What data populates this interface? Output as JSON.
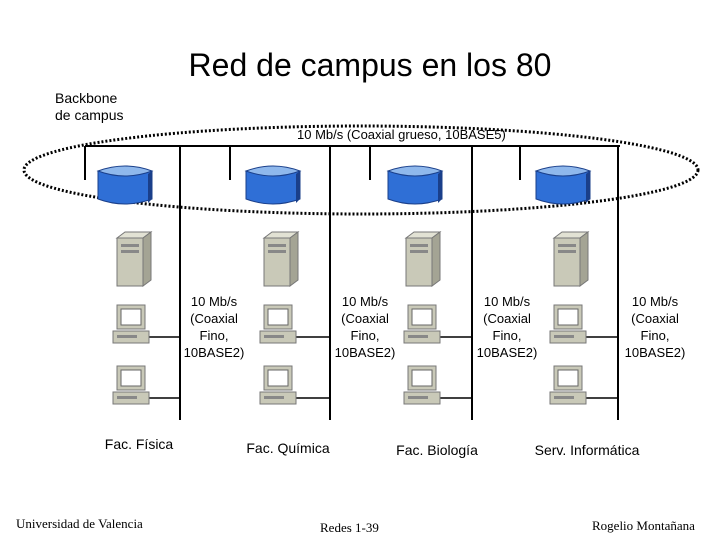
{
  "title": "Red de campus en los 80",
  "backbone_label": [
    "Backbone",
    "de campus"
  ],
  "backbone_speed": "10 Mb/s (Coaxial grueso, 10BASE5)",
  "segments": [
    {
      "speed": [
        "10 Mb/s",
        "(Coaxial",
        "Fino,",
        "10BASE2)"
      ],
      "faculty": "Fac. Física"
    },
    {
      "speed": [
        "10 Mb/s",
        "(Coaxial",
        "Fino,",
        "10BASE2)"
      ],
      "faculty": "Fac. Química"
    },
    {
      "speed": [
        "10 Mb/s",
        "(Coaxial",
        "Fino,",
        "10BASE2)"
      ],
      "faculty": "Fac. Biología"
    },
    {
      "speed": [
        "10 Mb/s",
        "(Coaxial",
        "Fino,",
        "10BASE2)"
      ],
      "faculty": "Serv. Informática"
    }
  ],
  "footer": {
    "left": "Universidad de Valencia",
    "center": "Redes 1-39",
    "right": "Rogelio Montañana"
  },
  "colors": {
    "line": "#000000",
    "router_top": "#8fb8ec",
    "router_body": "#2f6fd6",
    "router_shadow": "#1a3f8a",
    "server": "#c9c9b8",
    "pc": "#c9c9b8"
  },
  "icons": [
    "router-icon",
    "server-icon",
    "workstation-icon"
  ]
}
